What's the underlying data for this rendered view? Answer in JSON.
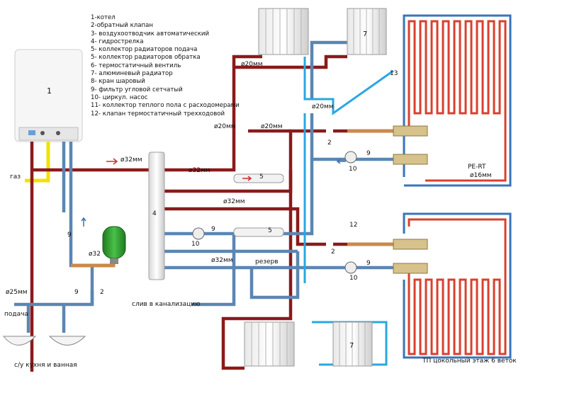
{
  "legend": [
    "1-котел",
    "2-обратный клапан",
    "3- воздухоотводчик автоматический",
    "4- гидрострелка",
    "5- коллектор радиаторов подача",
    "5- коллектор радиаторов обратка",
    "6- термостатичный вентиль",
    "7- алюминевый радиатор",
    "8- кран шаровый",
    "9- фильтр угловой сетчатый",
    "10- циркул. насос",
    "11- коллектор теплого пола с расходомерами",
    "12- клапан термостатичный  трехходовой"
  ],
  "labels": {
    "boiler": "1",
    "gas": "газ",
    "supply": "подача",
    "sanitary": "с/у кухня и  ванная",
    "drain": "слив в канализацию",
    "reserve": "резерв",
    "pe_rt": "PE-RT",
    "d16": "ø16мм",
    "floor_heating": "ТП цокольный этаж 6 веток",
    "d32_a": "ø32мм",
    "d32_b": "ø32мм",
    "d32_c": "ø32мм",
    "d32_d": "ø32мм",
    "d32_e": "ø32",
    "d20_a": "ø20мм",
    "d20_b": "ø20мм",
    "d20_c": "ø20мм",
    "d20_d": "ø20мм",
    "d25": "ø25мм",
    "n4": "4",
    "n5a": "5",
    "n5b": "5",
    "n7a": "7",
    "n7b": "7",
    "n9a": "9",
    "n9b": "9",
    "n9c": "9",
    "n9d": "9",
    "n9e": "9",
    "n10a": "10",
    "n10b": "10",
    "n10c": "10",
    "n2a": "2",
    "n2b": "2",
    "n2c": "2",
    "n12": "12",
    "n13": "13"
  },
  "colors": {
    "supply_pipe": "#8b1a1a",
    "return_pipe": "#5b86b3",
    "gas_pipe": "#f2e200",
    "radiator_link": "#2aa7e0",
    "floor_red": "#d9402f",
    "floor_blue": "#3a74b8",
    "copper": "#c98a4a",
    "expansion_tank": "#2e9b2e"
  }
}
